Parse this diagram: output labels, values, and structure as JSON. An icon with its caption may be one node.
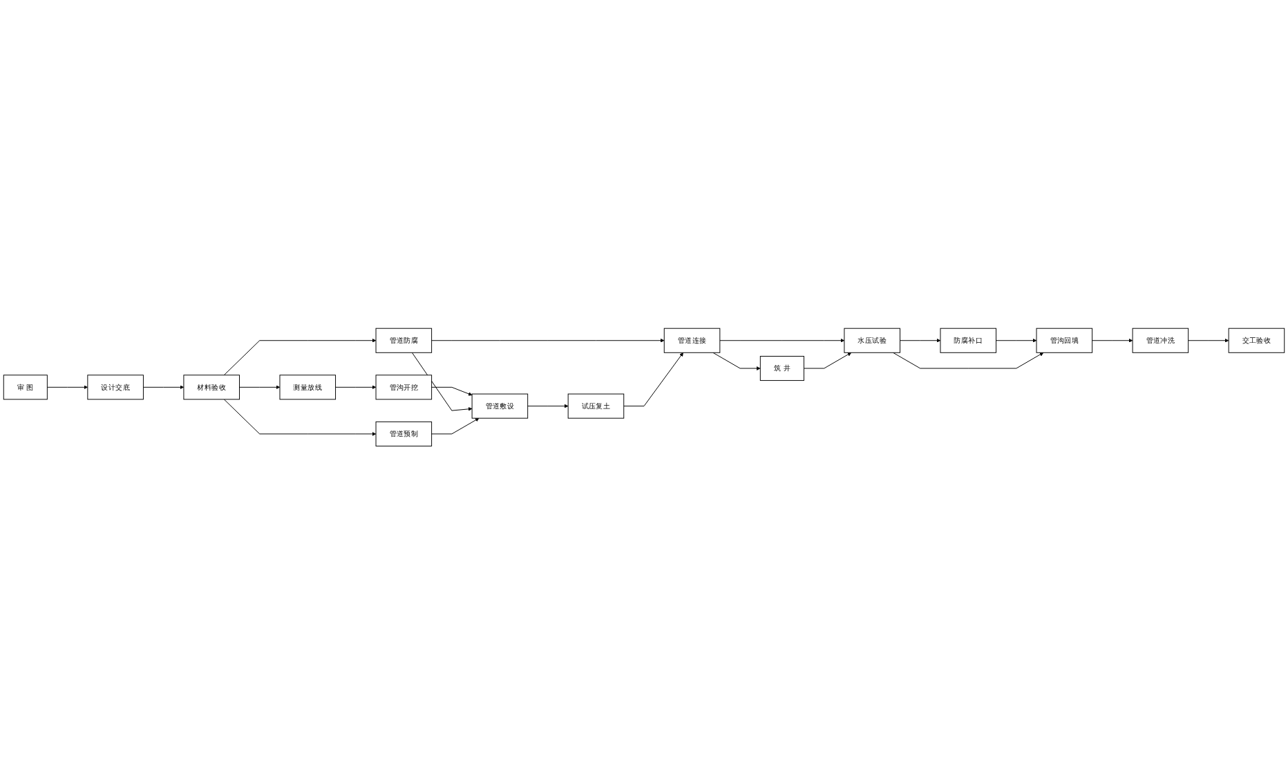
{
  "diagram": {
    "nodes": [
      {
        "text": [
          "审 图"
        ]
      },
      {
        "text": [
          "设计交底"
        ]
      },
      {
        "text": [
          "材料验收"
        ]
      },
      {
        "text": [
          "管道防腐"
        ]
      },
      {
        "text": [
          "测量放线"
        ]
      },
      {
        "text": [
          "管沟开挖"
        ]
      },
      {
        "text": [
          "管道敷设"
        ]
      },
      {
        "text": [
          "管道预制"
        ]
      },
      {
        "text": [
          "试压复土"
        ]
      },
      {
        "text": [
          "管道连接"
        ]
      },
      {
        "text": [
          "水压试验"
        ]
      },
      {
        "text": [
          "防腐补口"
        ]
      },
      {
        "text": [
          "管沟回填"
        ]
      },
      {
        "text": [
          "管道冲洗"
        ]
      },
      {
        "text": [
          "交工验收"
        ]
      },
      {
        "text": [
          "筑 井"
        ]
      }
    ],
    "edges": [
      {
        "from": 0,
        "to": 1,
        "arrow": "to"
      },
      {
        "from": 1,
        "to": 2,
        "arrow": "to"
      },
      {
        "from": 2,
        "to": 3,
        "arrow": "to"
      },
      {
        "from": 2,
        "to": 4,
        "arrow": "to"
      },
      {
        "from": 2,
        "to": 7,
        "arrow": "to"
      },
      {
        "from": 4,
        "to": 5,
        "arrow": "to"
      },
      {
        "from": 5,
        "to": 6,
        "arrow": "to"
      },
      {
        "from": 3,
        "to": 6,
        "arrow": "to"
      },
      {
        "from": 3,
        "to": 9,
        "arrow": "to"
      },
      {
        "from": 7,
        "to": 6,
        "arrow": "to"
      },
      {
        "from": 6,
        "to": 8,
        "arrow": "to"
      },
      {
        "from": 8,
        "to": 9,
        "arrow": "to"
      },
      {
        "from": 9,
        "to": 10,
        "arrow": "to"
      },
      {
        "from": 9,
        "to": 15,
        "arrow": "to"
      },
      {
        "from": 15,
        "to": 10,
        "arrow": "to"
      },
      {
        "from": 10,
        "to": 11,
        "arrow": "to"
      },
      {
        "from": 11,
        "to": 12,
        "arrow": "to"
      },
      {
        "from": 10,
        "to": 12,
        "arrow": "to"
      },
      {
        "from": 12,
        "to": 13,
        "arrow": "to"
      },
      {
        "from": 13,
        "to": 14,
        "arrow": "to"
      }
    ]
  }
}
